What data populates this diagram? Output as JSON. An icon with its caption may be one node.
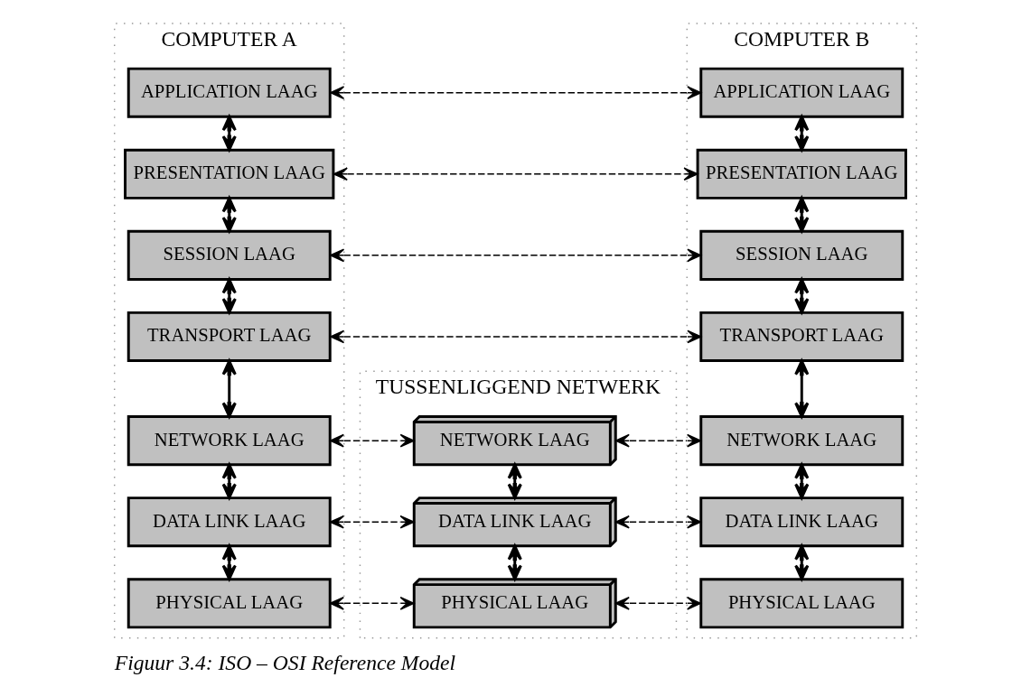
{
  "diagram": {
    "caption": "Figuur 3.4: ISO – OSI Reference Model",
    "nodes": [
      {
        "text": [
          "COMPUTER A"
        ]
      },
      {
        "text": [
          "APPLICATION LAAG"
        ],
        "in": 0
      },
      {
        "text": [
          "PRESENTATION LAAG"
        ],
        "in": 0
      },
      {
        "text": [
          "SESSION LAAG"
        ],
        "in": 0
      },
      {
        "text": [
          "TRANSPORT LAAG"
        ],
        "in": 0
      },
      {
        "text": [
          "NETWORK LAAG"
        ],
        "in": 0
      },
      {
        "text": [
          "DATA LINK LAAG"
        ],
        "in": 0
      },
      {
        "text": [
          "PHYSICAL LAAG"
        ],
        "in": 0
      },
      {
        "text": [
          "TUSSENLIGGEND NETWERK"
        ]
      },
      {
        "text": [
          "NETWORK LAAG"
        ],
        "in": 8
      },
      {
        "text": [
          "DATA LINK LAAG"
        ],
        "in": 8
      },
      {
        "text": [
          "PHYSICAL LAAG"
        ],
        "in": 8
      },
      {
        "text": [
          "COMPUTER B"
        ]
      },
      {
        "text": [
          "APPLICATION LAAG"
        ],
        "in": 12
      },
      {
        "text": [
          "PRESENTATION LAAG"
        ],
        "in": 12
      },
      {
        "text": [
          "SESSION LAAG"
        ],
        "in": 12
      },
      {
        "text": [
          "TRANSPORT LAAG"
        ],
        "in": 12
      },
      {
        "text": [
          "NETWORK LAAG"
        ],
        "in": 12
      },
      {
        "text": [
          "DATA LINK LAAG"
        ],
        "in": 12
      },
      {
        "text": [
          "PHYSICAL LAAG"
        ],
        "in": 12
      }
    ],
    "edges": [
      {
        "from": 1,
        "to": 2,
        "arrow": "both"
      },
      {
        "from": 2,
        "to": 3,
        "arrow": "both"
      },
      {
        "from": 3,
        "to": 4,
        "arrow": "both"
      },
      {
        "from": 4,
        "to": 5,
        "arrow": "both"
      },
      {
        "from": 5,
        "to": 6,
        "arrow": "both"
      },
      {
        "from": 6,
        "to": 7,
        "arrow": "both"
      },
      {
        "from": 9,
        "to": 10,
        "arrow": "both"
      },
      {
        "from": 10,
        "to": 11,
        "arrow": "both"
      },
      {
        "from": 13,
        "to": 14,
        "arrow": "both"
      },
      {
        "from": 14,
        "to": 15,
        "arrow": "both"
      },
      {
        "from": 15,
        "to": 16,
        "arrow": "both"
      },
      {
        "from": 16,
        "to": 17,
        "arrow": "both"
      },
      {
        "from": 17,
        "to": 18,
        "arrow": "both"
      },
      {
        "from": 18,
        "to": 19,
        "arrow": "both"
      },
      {
        "from": 1,
        "to": 13,
        "arrow": "both",
        "style": "dashed"
      },
      {
        "from": 2,
        "to": 14,
        "arrow": "both",
        "style": "dashed"
      },
      {
        "from": 3,
        "to": 15,
        "arrow": "both",
        "style": "dashed"
      },
      {
        "from": 4,
        "to": 16,
        "arrow": "both",
        "style": "dashed"
      },
      {
        "from": 5,
        "to": 9,
        "arrow": "both",
        "style": "dashed"
      },
      {
        "from": 9,
        "to": 17,
        "arrow": "both",
        "style": "dashed"
      },
      {
        "from": 6,
        "to": 10,
        "arrow": "both",
        "style": "dashed"
      },
      {
        "from": 10,
        "to": 18,
        "arrow": "both",
        "style": "dashed"
      },
      {
        "from": 7,
        "to": 11,
        "arrow": "both",
        "style": "dashed"
      },
      {
        "from": 11,
        "to": 19,
        "arrow": "both",
        "style": "dashed"
      }
    ]
  }
}
